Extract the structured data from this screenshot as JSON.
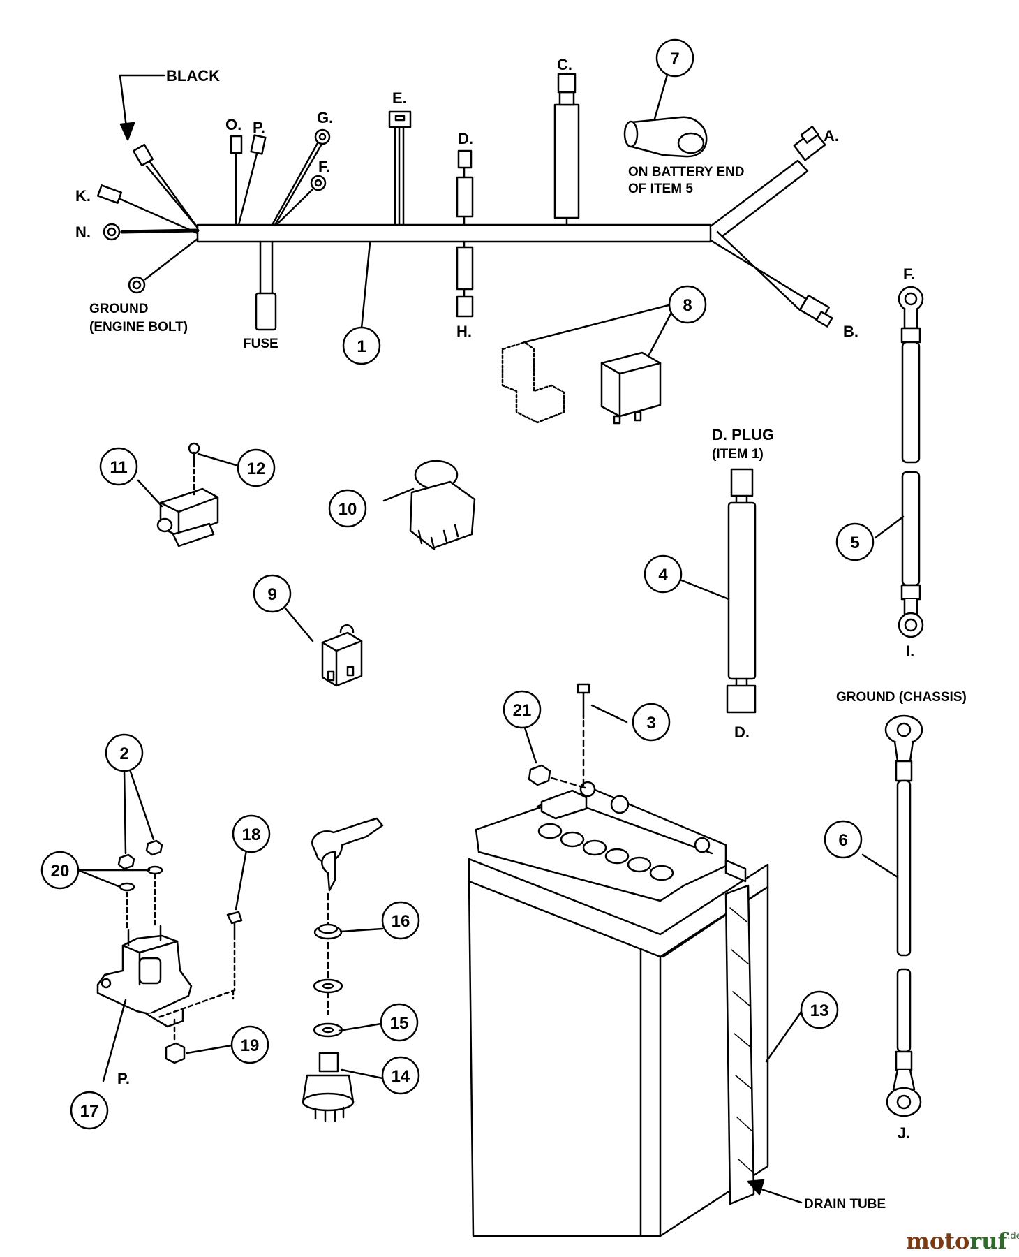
{
  "labels": {
    "black": "BLACK",
    "o": "O.",
    "p": "P.",
    "g": "G.",
    "e": "E.",
    "c": "C.",
    "d_top": "D.",
    "f_harness": "F.",
    "k": "K.",
    "n": "N.",
    "a": "A.",
    "b": "B.",
    "h": "H.",
    "ground_engine_1": "GROUND",
    "ground_engine_2": "(ENGINE BOLT)",
    "fuse": "FUSE",
    "battery_end_1": "ON BATTERY END",
    "battery_end_2": "OF ITEM 5",
    "f_cable": "F.",
    "i_cable": "I.",
    "d_plug_1": "D. PLUG",
    "d_plug_2": "(ITEM 1)",
    "d_bottom": "D.",
    "ground_chassis": "GROUND (CHASSIS)",
    "j": "J.",
    "p_solenoid": "P.",
    "drain_tube": "DRAIN TUBE"
  },
  "callouts": {
    "n1": "1",
    "n2": "2",
    "n3": "3",
    "n4": "4",
    "n5": "5",
    "n6": "6",
    "n7": "7",
    "n8": "8",
    "n9": "9",
    "n10": "10",
    "n11": "11",
    "n12": "12",
    "n13": "13",
    "n14": "14",
    "n15": "15",
    "n16": "16",
    "n17": "17",
    "n18": "18",
    "n19": "19",
    "n20": "20",
    "n21": "21"
  },
  "watermark": {
    "part1": "moto",
    "part2": "ruf",
    "suffix": ".de"
  }
}
